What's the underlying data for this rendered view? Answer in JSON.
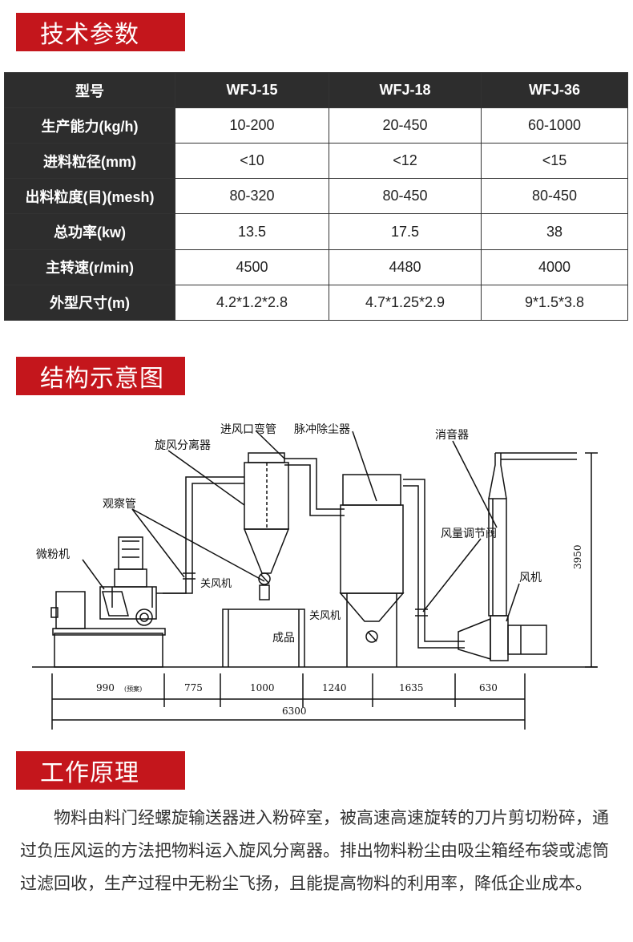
{
  "sections": {
    "specs_title": "技术参数",
    "structure_title": "结构示意图",
    "principle_title": "工作原理"
  },
  "spec_table": {
    "header": [
      "型号",
      "WFJ-15",
      "WFJ-18",
      "WFJ-36"
    ],
    "rows": [
      [
        "生产能力(kg/h)",
        "10-200",
        "20-450",
        "60-1000"
      ],
      [
        "进料粒径(mm)",
        "<10",
        "<12",
        "<15"
      ],
      [
        "出料粒度(目)(mesh)",
        "80-320",
        "80-450",
        "80-450"
      ],
      [
        "总功率(kw)",
        "13.5",
        "17.5",
        "38"
      ],
      [
        "主转速(r/min)",
        "4500",
        "4480",
        "4000"
      ],
      [
        "外型尺寸(m)",
        "4.2*1.2*2.8",
        "4.7*1.25*2.9",
        "9*1.5*3.8"
      ]
    ]
  },
  "diagram": {
    "labels": {
      "inlet_elbow": "进风口弯管",
      "pulse_collector": "脉冲除尘器",
      "silencer": "消音器",
      "cyclone": "旋风分离器",
      "observation_tube": "观察管",
      "micro_mill": "微粉机",
      "air_lock_1": "关风机",
      "air_lock_2": "关风机",
      "product": "成品",
      "air_valve": "风量调节阀",
      "fan": "风机"
    },
    "dims": {
      "d1": "990",
      "d1_note": "(预案)",
      "d2": "775",
      "d3": "1000",
      "d4": "1240",
      "d5": "1635",
      "d6": "630",
      "total": "6300",
      "height": "3950"
    }
  },
  "principle": {
    "text": "物料由料门经螺旋输送器进入粉碎室，被高速高速旋转的刀片剪切粉碎，通过负压风运的方法把物料运入旋风分离器。排出物料粉尘由吸尘箱经布袋或滤筒过滤回收，生产过程中无粉尘飞扬，且能提高物料的利用率，降低企业成本。"
  }
}
